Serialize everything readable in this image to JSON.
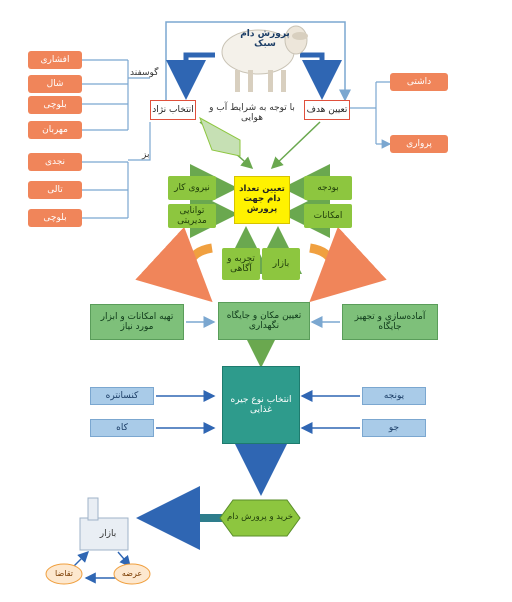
{
  "top": {
    "sheep_title": "پرورش دام سبک",
    "goal": "تعیین هدف",
    "breed": "انتخاب نژاد",
    "climate_note": "با توجه به شرایط آب و هوایی",
    "sheep_label": "گوسفند",
    "goat_label": "بز",
    "sheep_breeds": [
      "افشاری",
      "شال",
      "بلوچی",
      "مهربان"
    ],
    "goat_breeds": [
      "نجدی",
      "تالی",
      "بلوچی"
    ],
    "goals": [
      "داشتی",
      "پرواری"
    ]
  },
  "count_section": {
    "center": "تعیین تعداد دام جهت پرورش",
    "left": [
      "نیروی کار",
      "توانایی مدیریتی"
    ],
    "right": [
      "بودجه",
      "امکانات"
    ],
    "bottom": [
      "تجربه و آگاهی",
      "بازار"
    ]
  },
  "place_section": {
    "center": "تعیین مکان و جایگاه نگهداری",
    "left": "تهیه امکانات و ابزار مورد نیاز",
    "right": "آماده‌سازی و تجهیز جایگاه"
  },
  "feed_section": {
    "center": "انتخاب نوع جیره غذایی",
    "left": [
      "کنسانتره",
      "کاه"
    ],
    "right": [
      "یونجه",
      "جو"
    ]
  },
  "bottom": {
    "buy": "خرید و پرورش دام",
    "market": "بازار",
    "supply": "عرضه",
    "demand": "تقاضا"
  },
  "colors": {
    "orange": "#f0855a",
    "green": "#8dc63f",
    "teal": "#2e9b8c",
    "blue_box": "#a9cbe8",
    "blue_arrow": "#2f66b3",
    "yellow": "#fff200"
  }
}
